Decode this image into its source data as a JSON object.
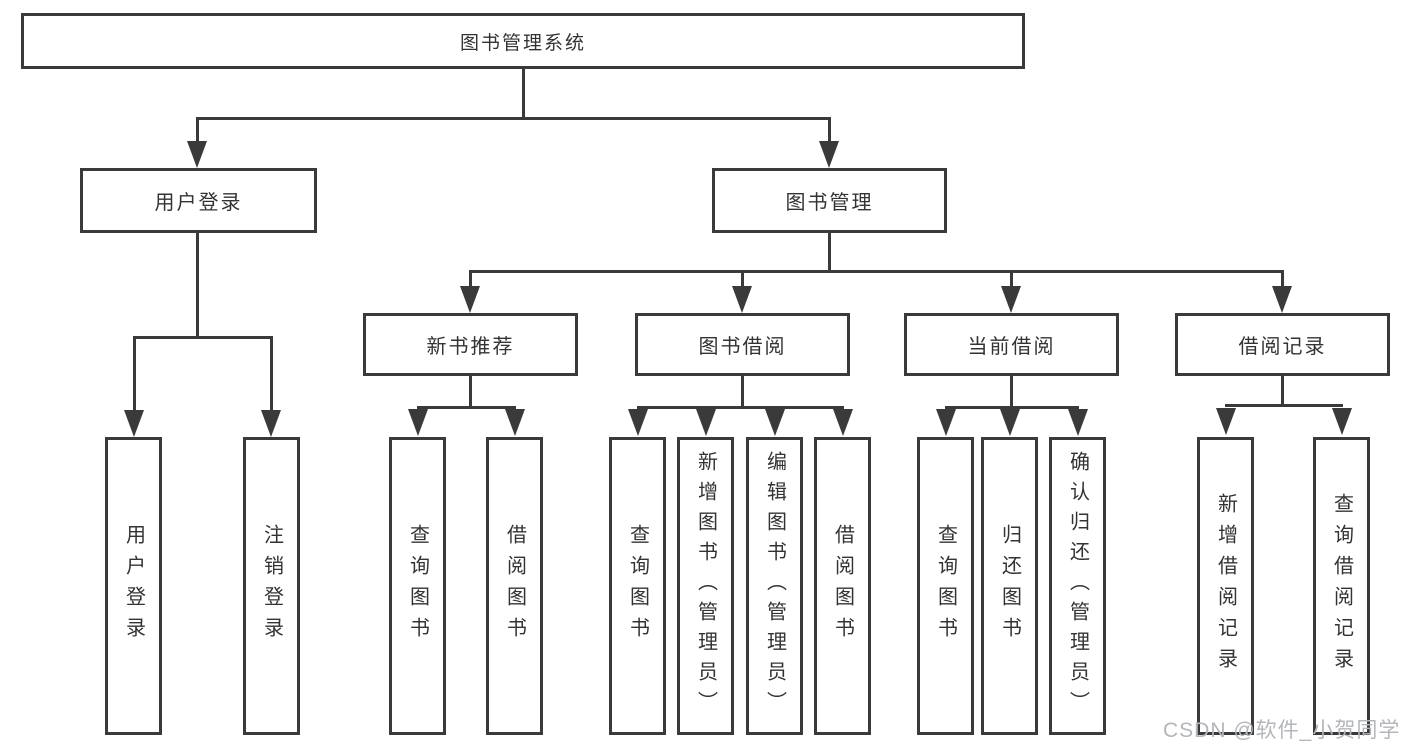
{
  "diagram": {
    "title": "图书管理系统",
    "watermark": "CSDN @软件_小贺同学",
    "colors": {
      "line": "#3a3a3a",
      "text": "#333333",
      "background": "#ffffff",
      "watermark": "#b3b6ba"
    },
    "nodes": {
      "root": {
        "label": "图书管理系统"
      },
      "user_login": {
        "label": "用户登录"
      },
      "book_mgmt": {
        "label": "图书管理"
      },
      "new_book_rec": {
        "label": "新书推荐"
      },
      "book_borrow": {
        "label": "图书借阅"
      },
      "current_borrow": {
        "label": "当前借阅"
      },
      "borrow_records": {
        "label": "借阅记录"
      },
      "leaf_user_login": {
        "label": "用户登录"
      },
      "leaf_logout": {
        "label": "注销登录"
      },
      "leaf_nb_query": {
        "label": "查询图书"
      },
      "leaf_nb_borrow": {
        "label": "借阅图书"
      },
      "leaf_bb_query": {
        "label": "查询图书"
      },
      "leaf_bb_add": {
        "label": "新增图书（管理员）"
      },
      "leaf_bb_edit": {
        "label": "编辑图书（管理员）"
      },
      "leaf_bb_borrow": {
        "label": "借阅图书"
      },
      "leaf_cb_query": {
        "label": "查询图书"
      },
      "leaf_cb_return": {
        "label": "归还图书"
      },
      "leaf_cb_confirm": {
        "label": "确认归还（管理员）"
      },
      "leaf_br_add": {
        "label": "新增借阅记录"
      },
      "leaf_br_query": {
        "label": "查询借阅记录"
      }
    }
  }
}
